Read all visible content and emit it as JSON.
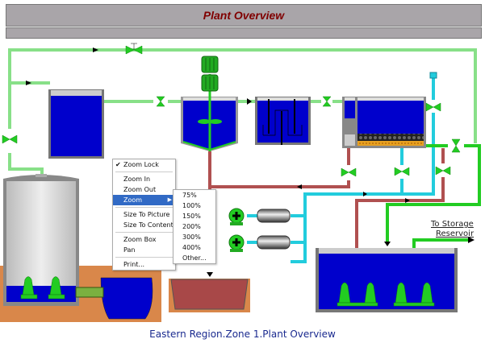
{
  "header": {
    "title": "Plant Overview"
  },
  "footer": {
    "path": "Eastern Region.Zone 1.Plant Overview"
  },
  "links": {
    "storage_line1": "To Storage",
    "storage_line2": "Reservoir"
  },
  "context_menu": {
    "items": [
      {
        "label": "Zoom Lock",
        "checked": true
      },
      {
        "label": "Zoom In"
      },
      {
        "label": "Zoom Out"
      },
      {
        "label": "Zoom",
        "submenu": true,
        "highlighted": true
      },
      {
        "label": "Size To Picture"
      },
      {
        "label": "Size To Content"
      },
      {
        "label": "Zoom Box"
      },
      {
        "label": "Pan"
      },
      {
        "label": "Print..."
      }
    ],
    "check_glyph": "✔",
    "submenu_arrow": "▶"
  },
  "zoom_submenu": {
    "items": [
      "75%",
      "100%",
      "150%",
      "200%",
      "300%",
      "400%",
      "Other..."
    ]
  },
  "colors": {
    "water": "#0000cc",
    "clean_pipe": "#88e088",
    "green_pipe": "#22cc22",
    "sludge_pipe": "#b05050",
    "backwash_pipe": "#22ccdd",
    "valve": "#22cc22",
    "tank_wall": "#808080",
    "ground": "#d9874a",
    "sludge": "#a84848",
    "title_text": "#800000"
  },
  "equipment": {
    "icons": [
      "raw-water-tank",
      "pre-tank",
      "mixer-tank",
      "baffle-tank",
      "filter-tank",
      "clearwell",
      "sludge-basin",
      "blower-1",
      "blower-2",
      "intake-well"
    ]
  }
}
